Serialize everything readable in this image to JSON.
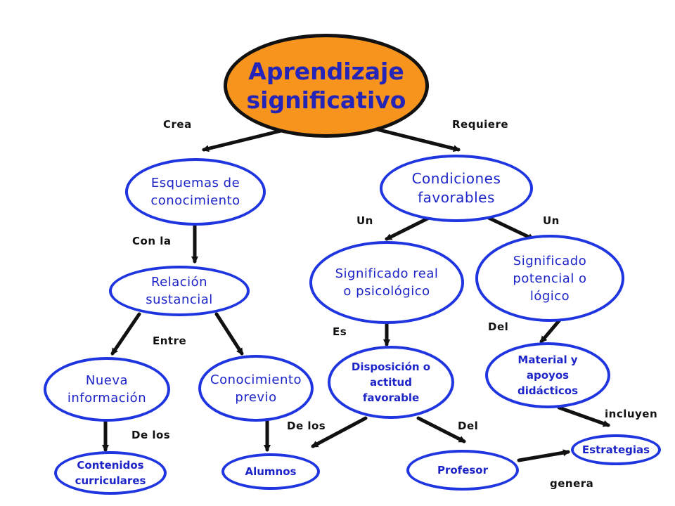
{
  "nodes": {
    "main": "Aprendizaje\nsignificativo",
    "esquemas": "Esquemas de\nconocimiento",
    "condiciones": "Condiciones\nfavorables",
    "relacion": "Relación\nsustancial",
    "sig_real": "Significado real\no psicológico",
    "sig_potencial": "Significado\npotencial o\nlógico",
    "nueva": "Nueva\ninformación",
    "conocimiento": "Conocimiento\nprevio",
    "disposicion": "Disposición o\nactitud\nfavorable",
    "material": "Material y\napoyos\ndidácticos",
    "contenidos": "Contenidos\ncurriculares",
    "alumnos": "Alumnos",
    "profesor": "Profesor",
    "estrategias": "Estrategias"
  },
  "links": {
    "crea": "Crea",
    "requiere": "Requiere",
    "con_la": "Con la",
    "un_left": "Un",
    "un_right": "Un",
    "entre": "Entre",
    "es": "Es",
    "del_top": "Del",
    "incluyen": "incluyen",
    "de_los_left": "De los",
    "de_los_mid": "De los",
    "del_mid": "Del",
    "genera": "genera"
  },
  "colors": {
    "main_fill": "#f7941d",
    "node_border": "#1f35e0",
    "node_text": "#1d24c8",
    "arrow": "#111111"
  }
}
